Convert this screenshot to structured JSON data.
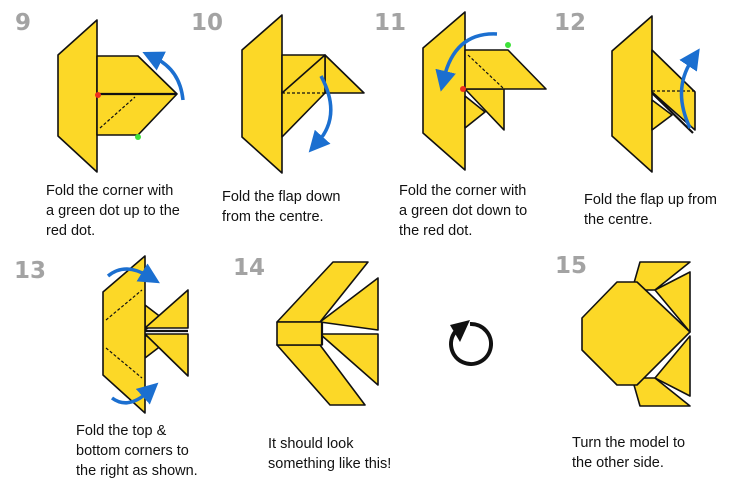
{
  "steps": [
    {
      "number": "9",
      "caption": [
        "Fold the corner with",
        "a green dot up to the",
        "red dot."
      ]
    },
    {
      "number": "10",
      "caption": [
        "Fold the flap down",
        "from the centre."
      ]
    },
    {
      "number": "11",
      "caption": [
        "Fold the corner with",
        "a green dot down to",
        "the red dot."
      ]
    },
    {
      "number": "12",
      "caption": [
        "Fold the flap up from",
        "the centre."
      ]
    },
    {
      "number": "13",
      "caption": [
        "Fold the top &",
        "bottom corners to",
        "the right as shown."
      ]
    },
    {
      "number": "14",
      "caption": [
        "It should look",
        "something like this!"
      ]
    },
    {
      "number": "15",
      "caption": [
        "Turn the model to",
        "the other side."
      ]
    }
  ],
  "colors": {
    "paper": "#fcd827",
    "arrow": "#1b6fd0",
    "red_dot": "#f0301c",
    "green_dot": "#3ee23a",
    "step_number": "#a3a3a3"
  },
  "icons": [
    "fold-arrow-icon",
    "turn-over-icon"
  ]
}
